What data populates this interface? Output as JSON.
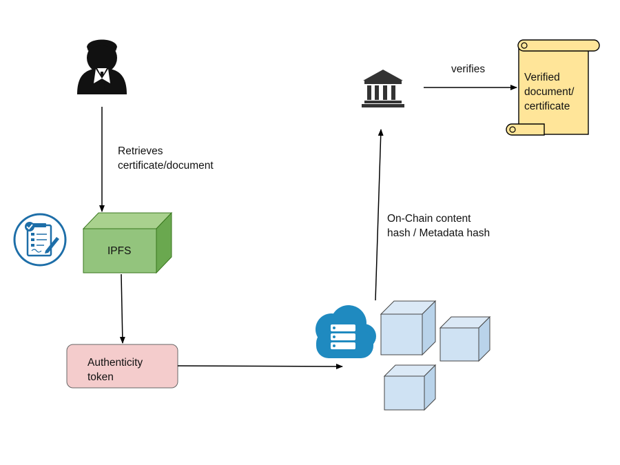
{
  "colors": {
    "ipfs_fill": "#93c47d",
    "ipfs_stroke": "#274e13",
    "token_fill": "#f4cccc",
    "scroll_fill": "#ffe599",
    "cube_fill": "#cfe2f3",
    "cloud_fill": "#1f8ac0"
  },
  "icons": {
    "user": "user-icon",
    "document": "document-checklist-icon",
    "institution": "institution-icon",
    "cloud": "cloud-server-icon",
    "scroll": "scroll-icon"
  },
  "diagram": {
    "retrieves_label": {
      "line1": "Retrieves",
      "line2": "certificate/document"
    },
    "ipfs_label": "IPFS",
    "token_label": {
      "line1": "Authenticity",
      "line2": "token"
    },
    "onchain_label": {
      "line1": "On-Chain content",
      "line2": "hash / Metadata hash"
    },
    "verifies_label": "verifies",
    "verified_label": {
      "line1": "Verified",
      "line2": "document/",
      "line3": "certificate"
    }
  }
}
